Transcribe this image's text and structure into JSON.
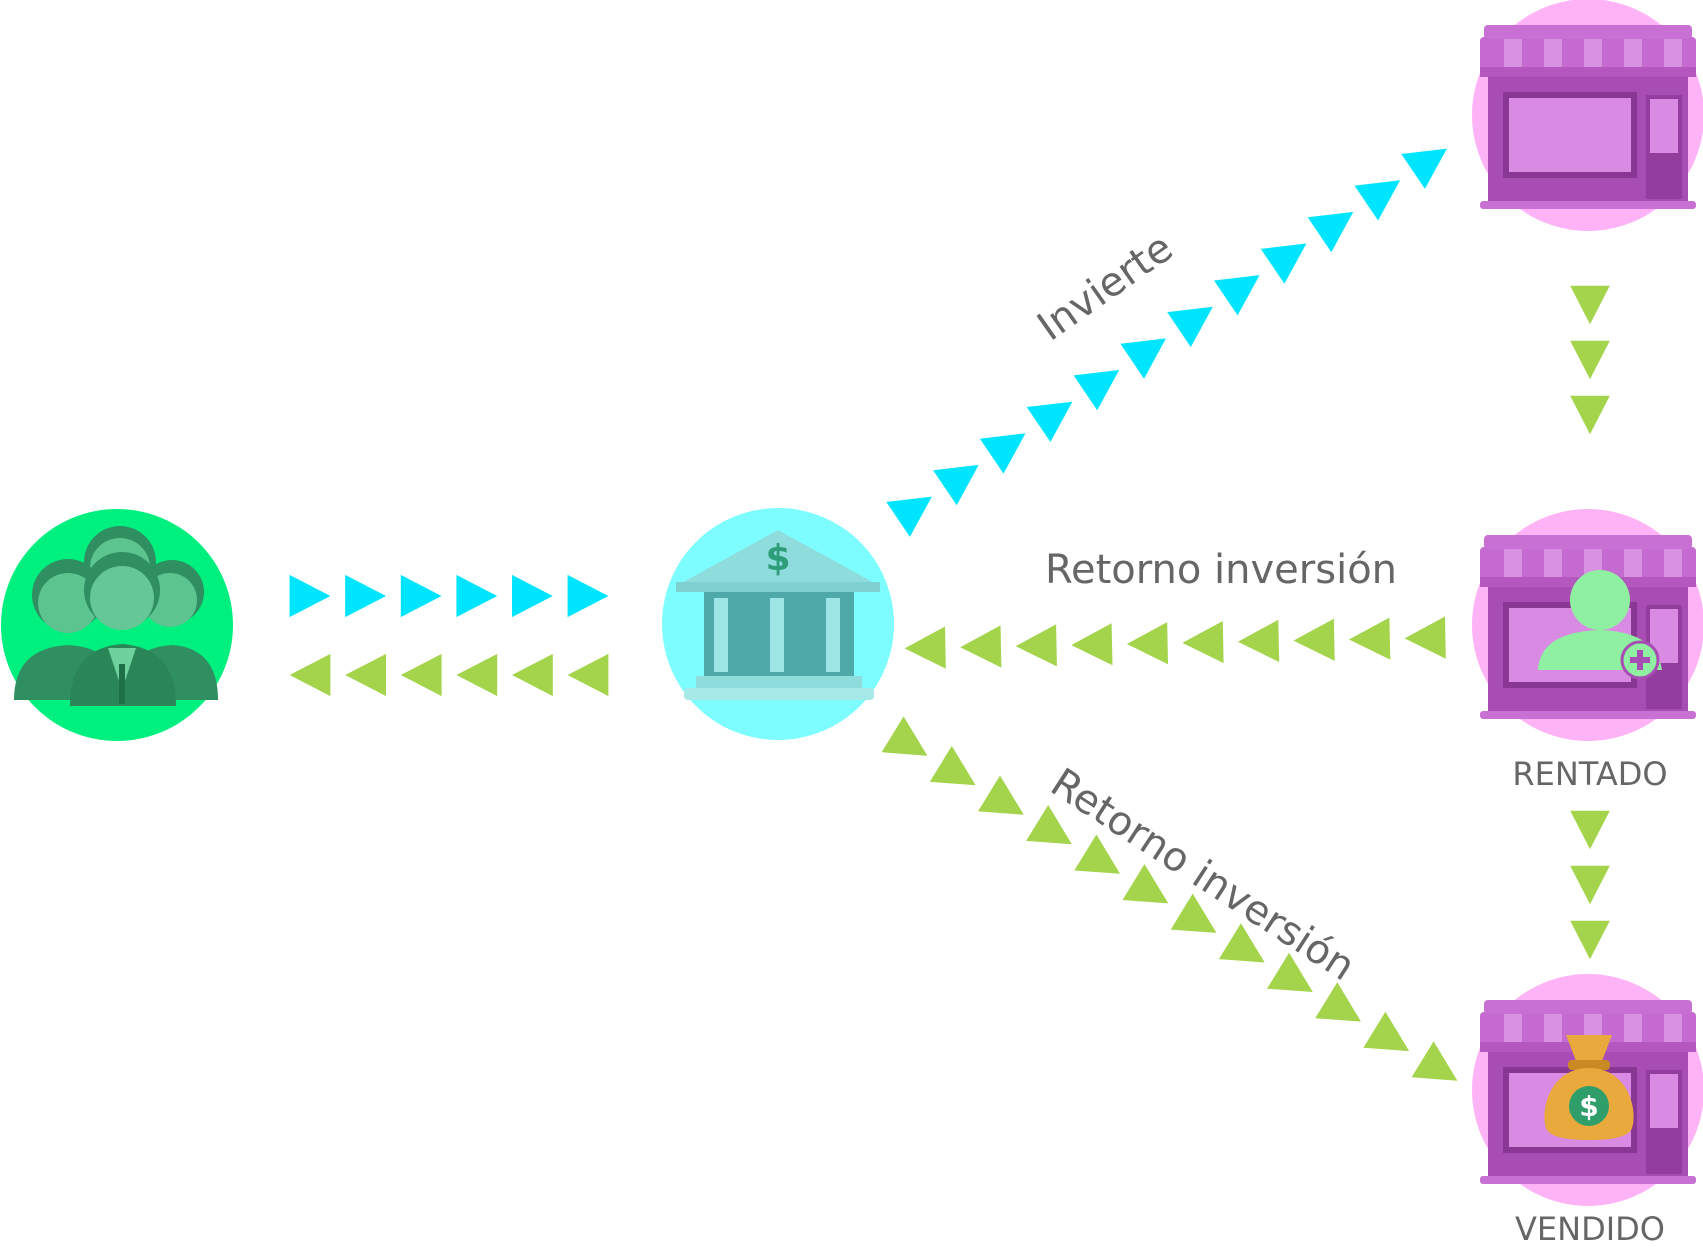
{
  "labels": {
    "invierte": "Invierte",
    "retorno_middle": "Retorno inversión",
    "retorno_lower": "Retorno inversión",
    "rentado": "RENTADO",
    "vendido": "VENDIDO"
  },
  "icons": {
    "investors": "investors-group-icon",
    "bank": "bank-icon",
    "bank_symbol": "$",
    "store_top": "store-icon",
    "store_rented": "store-with-tenant-icon",
    "store_sold": "store-with-money-bag-icon",
    "money_symbol": "$"
  },
  "colors": {
    "invest_arrow": "#00e5ff",
    "return_arrow": "#a3d44c",
    "investors_circle": "#00f07f",
    "investors_figure": "#3aa872",
    "bank_circle": "#7dfdff",
    "bank_body": "#73c8c8",
    "store_circle": "#ffb3f7",
    "store_body": "#b44fbd",
    "store_awning": "#c46ad0",
    "tenant_icon": "#8ef0a0",
    "money_bag": "#e9a93c",
    "text": "#666666"
  }
}
